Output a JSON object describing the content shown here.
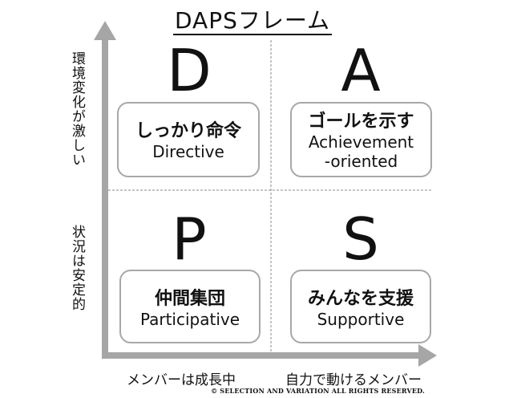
{
  "title": "DAPSフレーム",
  "y_axis": {
    "upper_label": "環境変化が激しい",
    "lower_label": "状況は安定的"
  },
  "x_axis": {
    "left_label": "メンバーは成長中",
    "right_label": "自力で動けるメンバー"
  },
  "quadrants": {
    "d": {
      "letter": "D",
      "jp": "しっかり命令",
      "en": "Directive"
    },
    "a": {
      "letter": "A",
      "jp": "ゴールを示す",
      "en_line1": "Achievement",
      "en_line2": "-oriented"
    },
    "p": {
      "letter": "P",
      "jp": "仲間集団",
      "en": "Participative"
    },
    "s": {
      "letter": "S",
      "jp": "みんなを支援",
      "en": "Supportive"
    }
  },
  "copyright": "© SELECTION AND VARIATION ALL RIGHTS RESERVED.",
  "colors": {
    "axis": "#a6a6a6",
    "box_border": "#a8a8a8",
    "divider": "#8a8a8a"
  }
}
